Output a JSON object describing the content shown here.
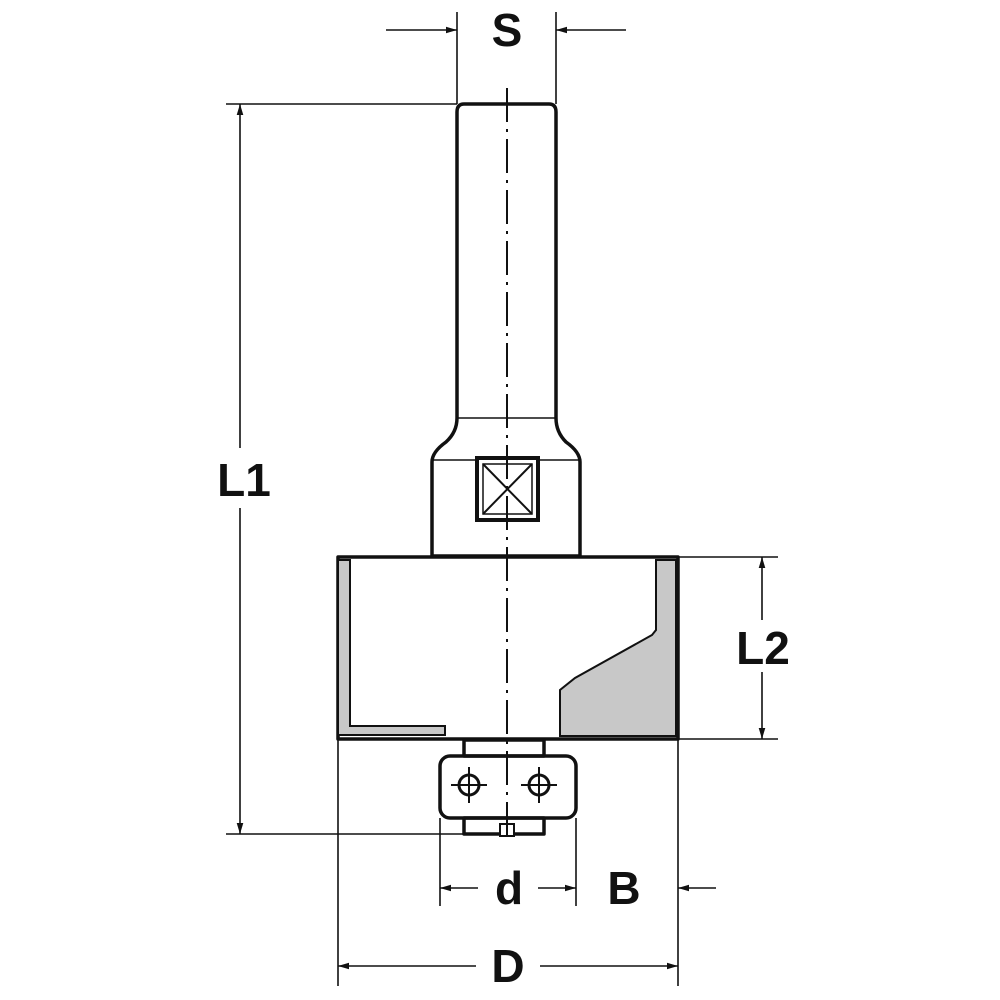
{
  "dimensions": {
    "shank_diameter": "S",
    "overall_length": "L1",
    "cutting_length": "L2",
    "bearing_diameter": "d",
    "rebate_depth": "B",
    "cutting_diameter": "D"
  },
  "colors": {
    "line": "#111111",
    "blade_fill": "#c8c8c8",
    "background": "#ffffff"
  }
}
